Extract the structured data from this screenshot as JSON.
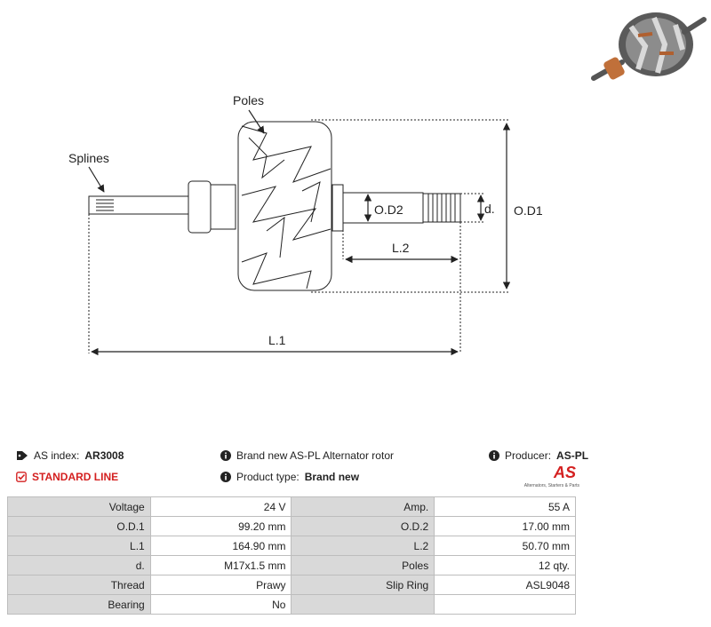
{
  "diagram": {
    "labels": {
      "poles": "Poles",
      "splines": "Splines",
      "od2": "O.D2",
      "d": "d.",
      "od1": "O.D1",
      "l2": "L.2",
      "l1": "L.1"
    }
  },
  "thumbnail": {
    "icon": "alternator-rotor-photo"
  },
  "info": {
    "as_index_label": "AS index:",
    "as_index_value": "AR3008",
    "description": "Brand new AS-PL Alternator rotor",
    "producer_label": "Producer:",
    "producer_value": "AS-PL",
    "standard_line": "STANDARD LINE",
    "product_type_label": "Product type:",
    "product_type_value": "Brand new",
    "logo_text": "AS",
    "logo_tagline": "Alternators, Starters & Parts"
  },
  "specs": {
    "rows": [
      [
        {
          "k": "Voltage",
          "v": "24 V"
        },
        {
          "k": "Amp.",
          "v": "55 A"
        }
      ],
      [
        {
          "k": "O.D.1",
          "v": "99.20 mm"
        },
        {
          "k": "O.D.2",
          "v": "17.00 mm"
        }
      ],
      [
        {
          "k": "L.1",
          "v": "164.90 mm"
        },
        {
          "k": "L.2",
          "v": "50.70 mm"
        }
      ],
      [
        {
          "k": "d.",
          "v": "M17x1.5 mm"
        },
        {
          "k": "Poles",
          "v": "12 qty."
        }
      ],
      [
        {
          "k": "Thread",
          "v": "Prawy"
        },
        {
          "k": "Slip Ring",
          "v": "ASL9048"
        }
      ],
      [
        {
          "k": "Bearing",
          "v": "No"
        },
        {
          "k": "",
          "v": ""
        }
      ]
    ]
  },
  "colors": {
    "accent": "#d42020",
    "table_key_bg": "#d9d9d9",
    "border": "#bdbdbd"
  }
}
